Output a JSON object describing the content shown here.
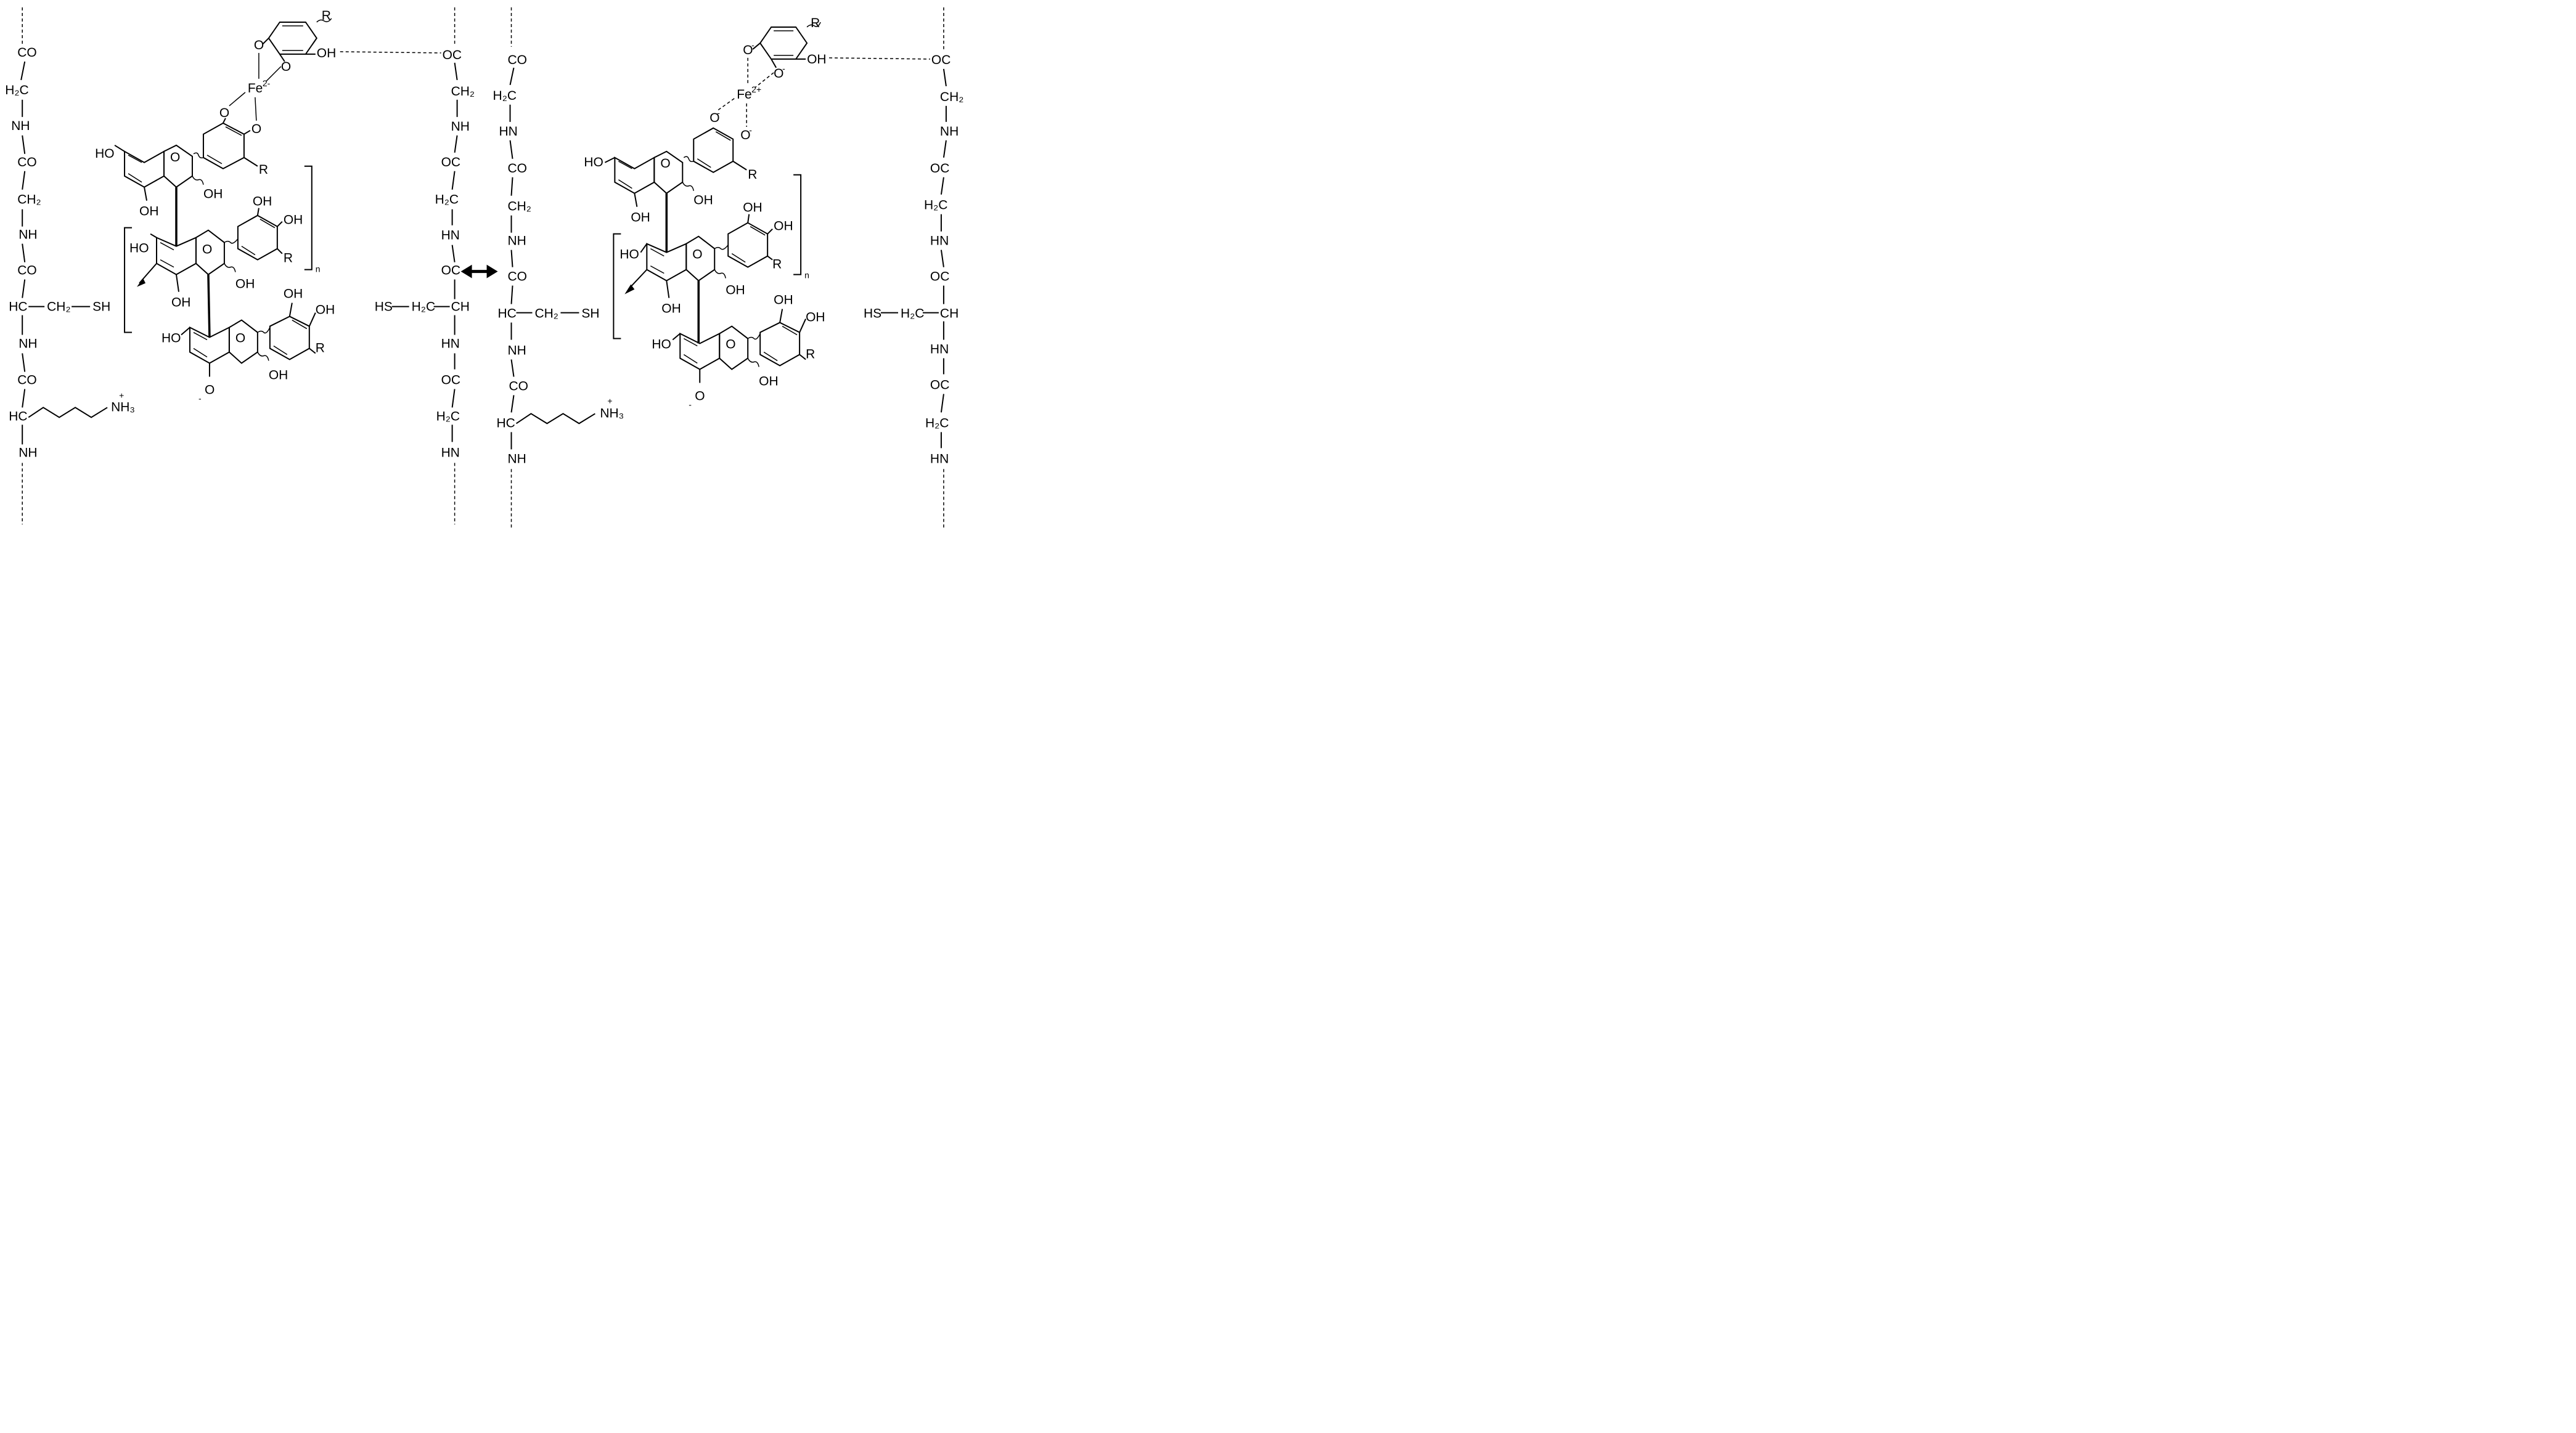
{
  "labels": {
    "co": "CO",
    "oc": "OC",
    "nh": "NH",
    "hn": "HN",
    "h2c": "H₂C",
    "ch2": "CH₂",
    "hc": "HC",
    "ch": "CH",
    "sh": "SH",
    "hs": "HS",
    "nh3": "NH₃",
    "plus": "+",
    "oh": "OH",
    "ho": "HO",
    "o": "O",
    "r": "R",
    "n": "n",
    "ominus": "O",
    "minus": "-",
    "fe_left": "Fe",
    "fe_left_charge": "2-",
    "fe_right": "Fe",
    "fe_right_charge": "2+"
  },
  "arrow": {
    "type": "double-headed",
    "color": "#000000"
  }
}
